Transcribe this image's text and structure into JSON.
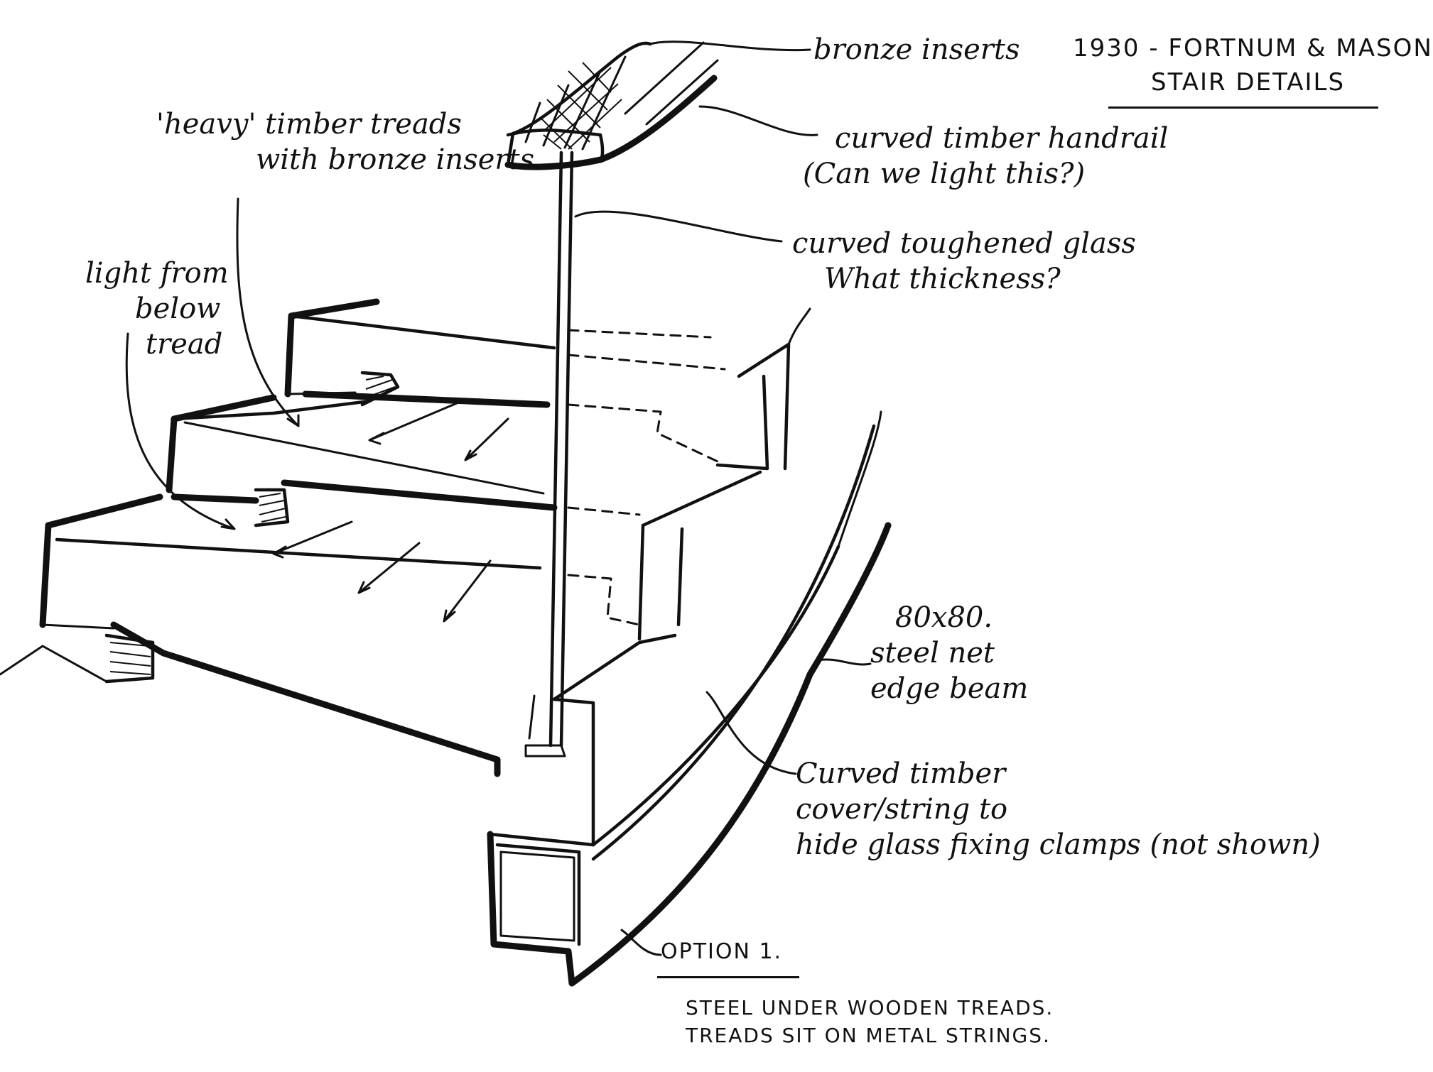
{
  "title": {
    "line1": "1930 - FORTNUM & MASON",
    "line2": "STAIR DETAILS"
  },
  "annotations": {
    "bronze_inserts": "bronze inserts",
    "handrail_line1": "curved timber handrail",
    "handrail_line2": "(Can we light this?)",
    "glass_line1": "curved toughened glass",
    "glass_line2": "What thickness?",
    "treads_line1": "'heavy' timber treads",
    "treads_line2": "with bronze inserts.",
    "light_line1": "light from",
    "light_line2": "below",
    "light_line3": "tread",
    "beam_line1": "80x80.",
    "beam_line2": "steel net",
    "beam_line3": "edge beam",
    "cover_line1": "Curved timber",
    "cover_line2": "cover/string to",
    "cover_line3": "hide glass fixing clamps (not shown)"
  },
  "option": {
    "label": "OPTION 1.",
    "line1": "STEEL UNDER WOODEN TREADS.",
    "line2": "TREADS SIT ON METAL STRINGS."
  }
}
